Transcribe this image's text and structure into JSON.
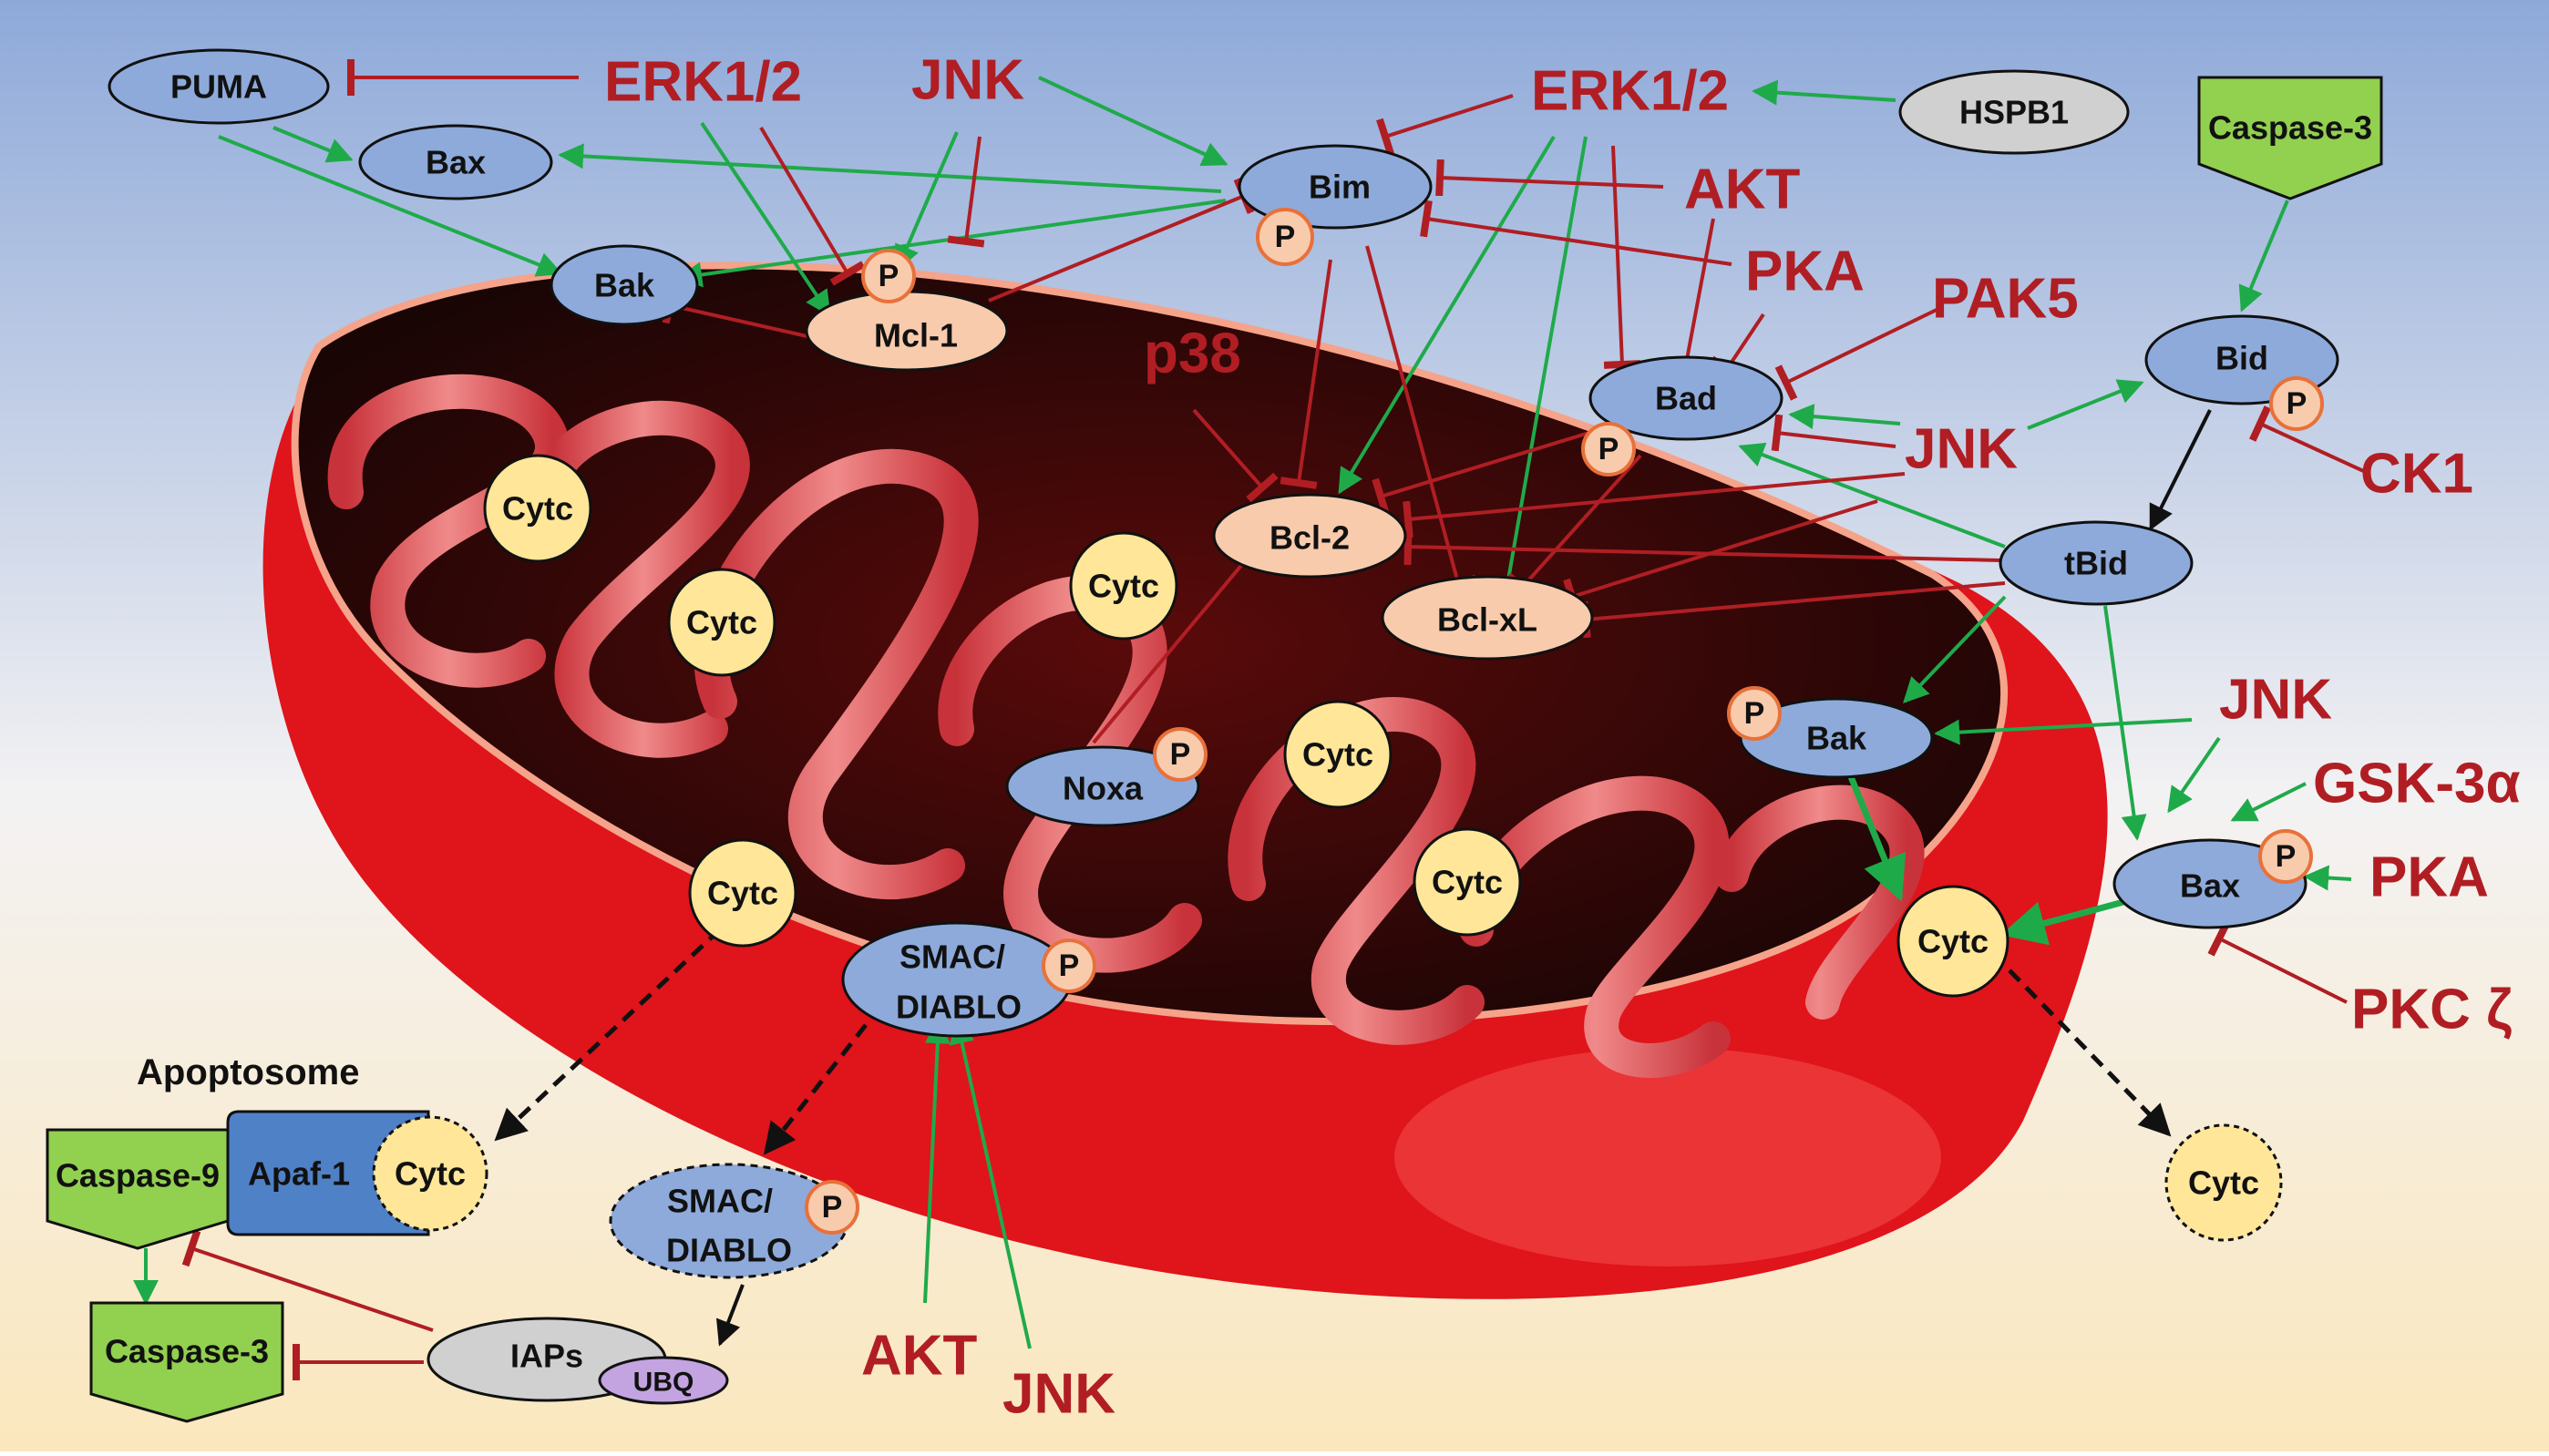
{
  "kinases": {
    "erk_left": "ERK1/2",
    "jnk_top": "JNK",
    "erk_right": "ERK1/2",
    "akt_top": "AKT",
    "pka_top": "PKA",
    "pak5": "PAK5",
    "p38": "p38",
    "jnk_mid": "JNK",
    "ck1": "CK1",
    "jnk_right": "JNK",
    "gsk3a": "GSK-3α",
    "pka_right": "PKA",
    "pkcz": "PKC ζ",
    "akt_bottom": "AKT",
    "jnk_bottom": "JNK"
  },
  "proteins": {
    "puma": "PUMA",
    "bax_top": "Bax",
    "bak_top": "Bak",
    "mcl1": "Mcl-1",
    "bim": "Bim",
    "hspb1": "HSPB1",
    "caspase3_top": "Caspase-3",
    "bad": "Bad",
    "bid": "Bid",
    "tbid": "tBid",
    "bcl2": "Bcl-2",
    "bclxl": "Bcl-xL",
    "noxa": "Noxa",
    "bak_mid": "Bak",
    "bax_right": "Bax",
    "smac_in_1": "SMAC/",
    "smac_in_2": "DIABLO",
    "smac_out_1": "SMAC/",
    "smac_out_2": "DIABLO",
    "apoptosome": "Apoptosome",
    "caspase9": "Caspase-9",
    "apaf1": "Apaf-1",
    "caspase3_bottom": "Caspase-3",
    "iaps": "IAPs",
    "ubq": "UBQ"
  },
  "phospho_label": "P",
  "cytc_label": "Cytc",
  "colors": {
    "inhibit": "#b01e23",
    "activate": "#1faa4a",
    "protein_blue": "#8eaadb",
    "protein_peach": "#f8cbad",
    "cytc_yellow": "#ffe699",
    "caspase_green": "#92d050",
    "grey": "#d0d0d0",
    "ubq_purple": "#c3a3e0",
    "mito_red": "#e0141b"
  }
}
